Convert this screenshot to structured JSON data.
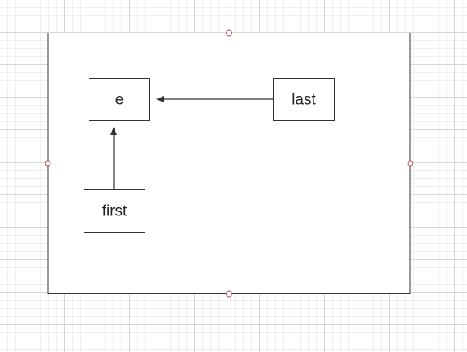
{
  "diagram": {
    "nodes": {
      "e": {
        "label": "e"
      },
      "last": {
        "label": "last"
      },
      "first": {
        "label": "first"
      }
    },
    "edges": [
      {
        "from": "last",
        "to": "e"
      },
      {
        "from": "first",
        "to": "e"
      }
    ],
    "selection": {
      "selected": true,
      "handle_color": "#b05050"
    },
    "colors": {
      "stroke": "#333333",
      "node_fill": "#ffffff"
    }
  }
}
